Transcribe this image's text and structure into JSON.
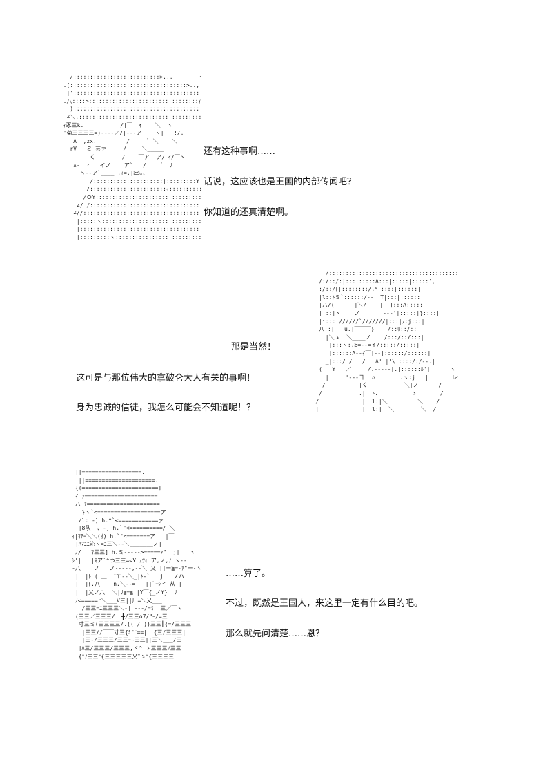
{
  "panels": [
    {
      "lines": [
        "还有这种事啊……",
        "话说，这应该也是王国的内部传闻吧？",
        "你知道的还真清楚啊。"
      ]
    },
    {
      "lines": [
        "那是当然！",
        "这可是与那位伟大的拿破仑大人有关的事啊！",
        "身为忠诚的信徒，我怎么可能会不知道呢！？"
      ]
    },
    {
      "lines": [
        "……算了。",
        "不过，既然是王国人，来这里一定有什么目的吧。",
        "那么就先问清楚……恩？"
      ]
    }
  ]
}
